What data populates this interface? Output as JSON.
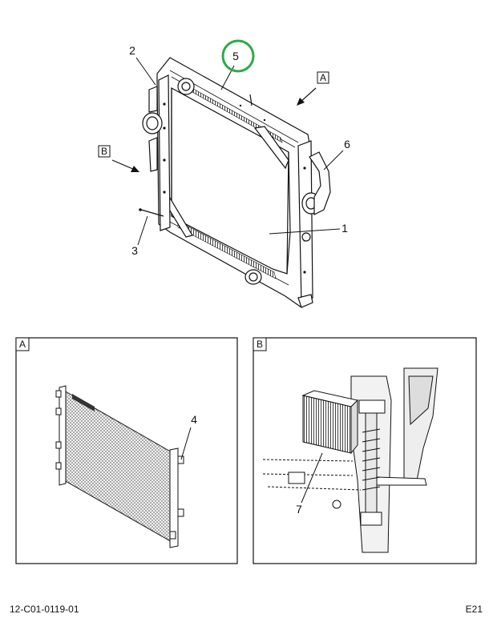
{
  "callouts": {
    "c1": "1",
    "c2": "2",
    "c3": "3",
    "c4": "4",
    "c5": "5",
    "c6": "6",
    "c7": "7"
  },
  "view_labels": {
    "a": "A",
    "b": "B"
  },
  "footer": {
    "drawing_id": "12-C01-0119-01",
    "page_code": "E21"
  },
  "colors": {
    "highlight_circle": "#2fa84a",
    "line": "#111111"
  }
}
